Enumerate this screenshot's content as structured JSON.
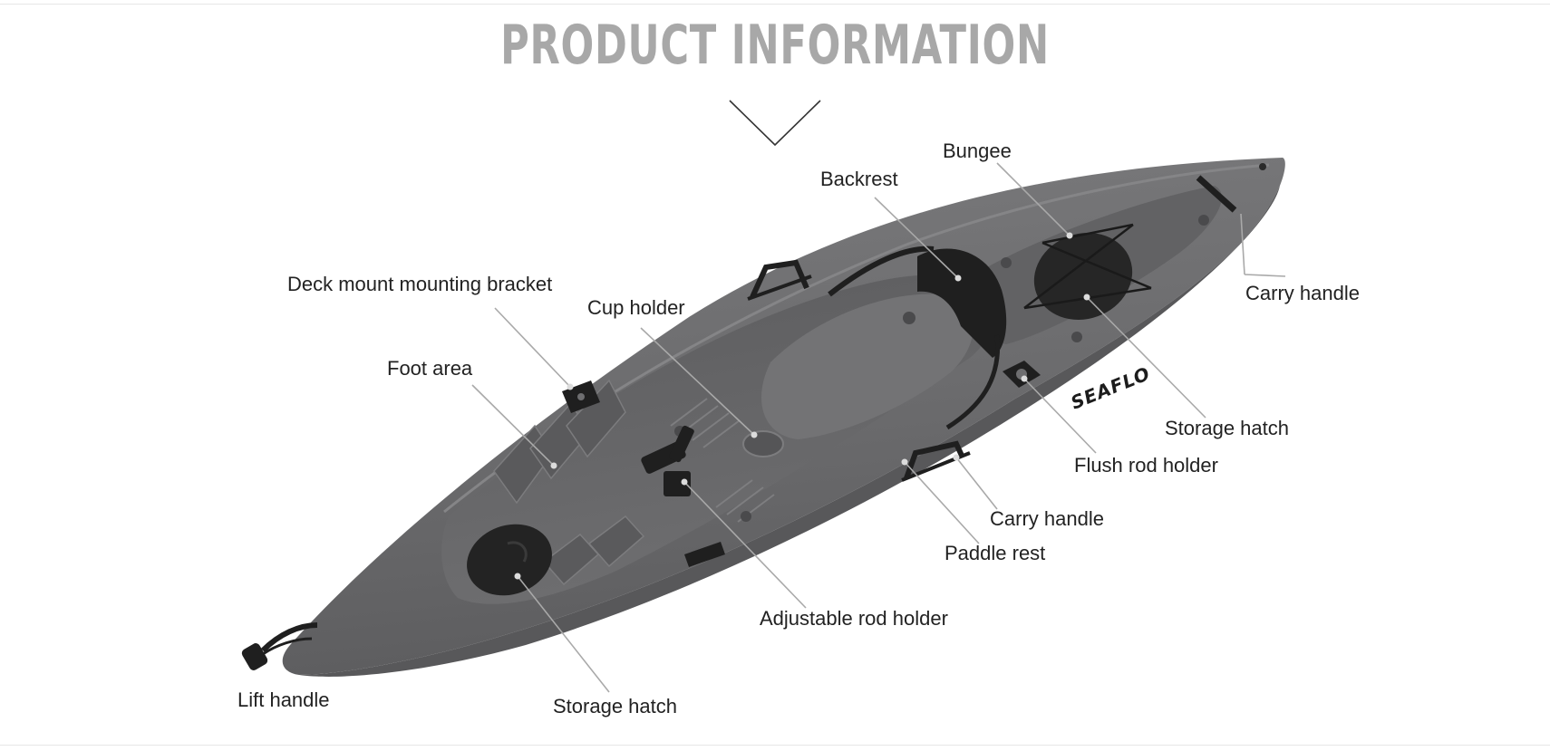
{
  "header": {
    "title": "PRODUCT INFORMATION"
  },
  "brand": {
    "logo_text": "SEAFLO"
  },
  "labels": {
    "bungee": "Bungee",
    "backrest": "Backrest",
    "deck_mount": "Deck mount mounting bracket",
    "cup_holder": "Cup holder",
    "carry_handle_bow": "Carry handle",
    "foot_area": "Foot area",
    "storage_hatch_front": "Storage hatch",
    "flush_rod_holder": "Flush rod holder",
    "carry_handle_side": "Carry handle",
    "paddle_rest": "Paddle rest",
    "adjustable_rod_holder": "Adjustable rod holder",
    "lift_handle": "Lift handle",
    "storage_hatch_rear": "Storage hatch"
  },
  "colors": {
    "hull": "#6b6b6d",
    "hull_dark": "#4e4e50",
    "hull_light": "#7a7a7c",
    "accessory": "#1e1e1e",
    "title": "#a8a8a8",
    "leader": "#a9a9a9"
  }
}
